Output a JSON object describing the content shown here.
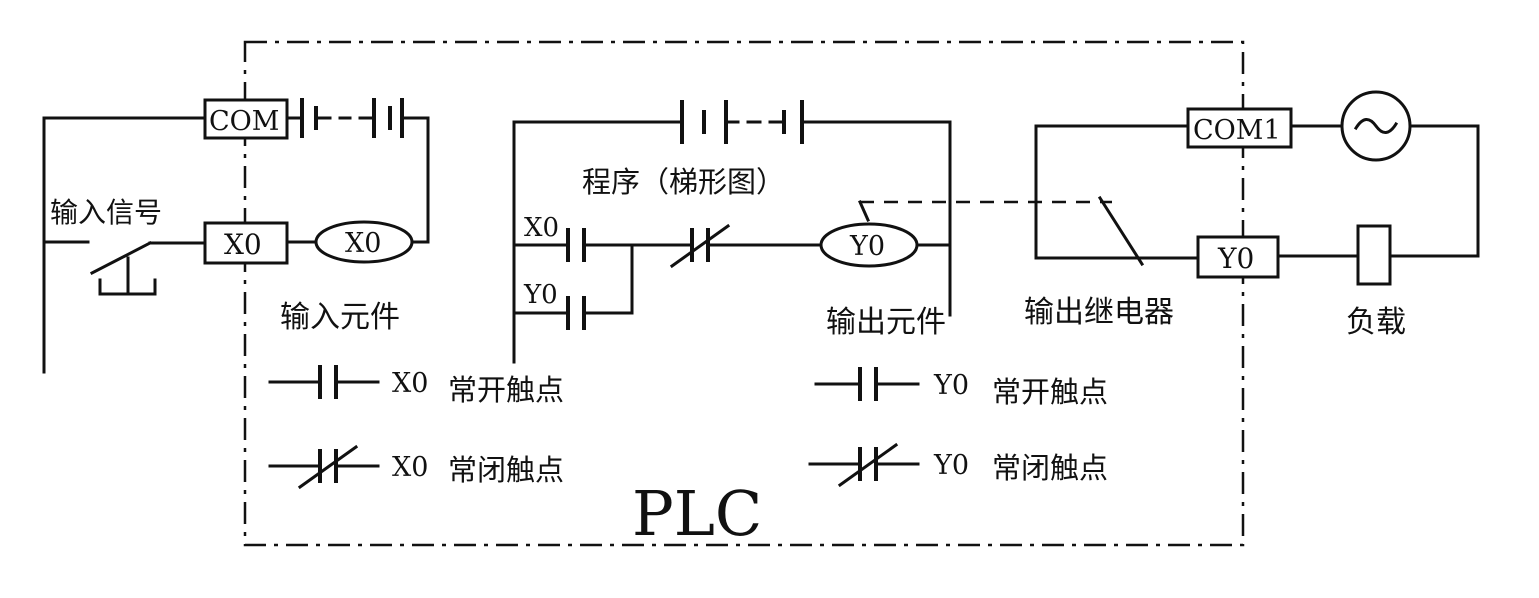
{
  "terminals": {
    "com": "COM",
    "x0": "X0",
    "com1": "COM1",
    "y0": "Y0"
  },
  "elements": {
    "input_coil": "X0",
    "output_coil": "Y0"
  },
  "labels": {
    "input_signal": "输入信号",
    "input_element": "输入元件",
    "program": "程序（梯形图）",
    "output_element": "输出元件",
    "output_relay": "输出继电器",
    "load": "负载",
    "plc": "PLC"
  },
  "ladder": {
    "contact_x0": "X0",
    "contact_y0": "Y0"
  },
  "legend": [
    {
      "symbol": "no-contact",
      "code": "X0",
      "text": "常开触点"
    },
    {
      "symbol": "nc-contact",
      "code": "X0",
      "text": "常闭触点"
    },
    {
      "symbol": "no-contact",
      "code": "Y0",
      "text": "常开触点"
    },
    {
      "symbol": "nc-contact",
      "code": "Y0",
      "text": "常闭触点"
    }
  ]
}
